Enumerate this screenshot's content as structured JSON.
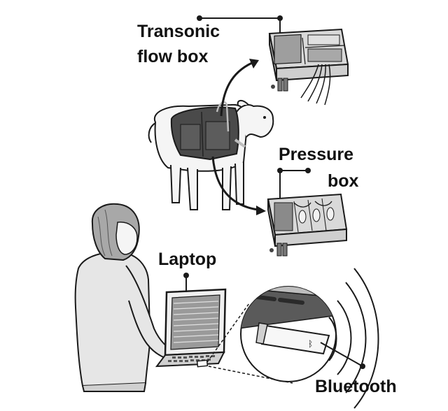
{
  "labels": {
    "transonic_line1": "Transonic",
    "transonic_line2": "flow box",
    "pressure_line1": "Pressure",
    "pressure_line2": "box",
    "laptop": "Laptop",
    "bluetooth": "Bluetooth"
  },
  "colors": {
    "ink": "#1a1a1a",
    "fill_light": "#e6e6e6",
    "fill_mid": "#bdbdbd",
    "fill_dark": "#5a5a5a",
    "fill_vest": "#4a4a4a"
  }
}
